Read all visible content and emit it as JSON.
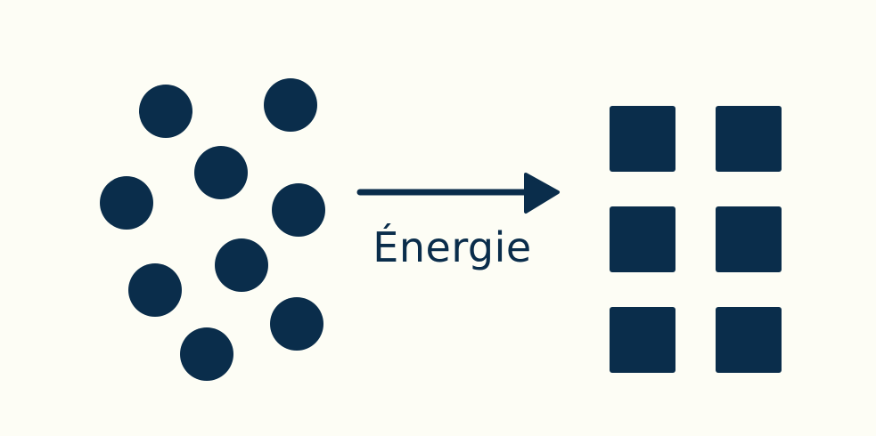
{
  "diagram": {
    "arrow_label": "Énergie",
    "colors": {
      "background": "#fdfdf5",
      "ink": "#0a2d4b"
    },
    "left_group": {
      "shape": "circle",
      "count": 9
    },
    "right_group": {
      "shape": "square",
      "count": 6,
      "rows": 3,
      "columns": 2
    }
  }
}
